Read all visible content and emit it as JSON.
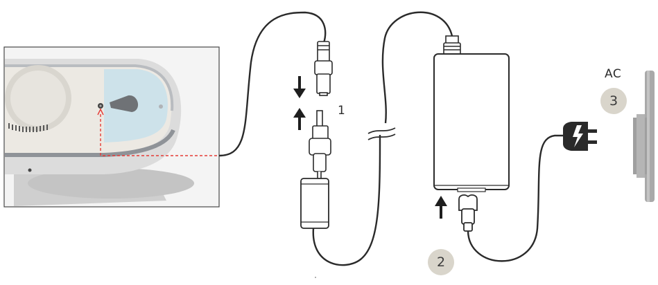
{
  "labels": {
    "step1": "1",
    "ac": "AC"
  },
  "badges": {
    "step2": "2",
    "step3": "3"
  },
  "colors": {
    "line": "#2a2a2a",
    "robot_body": "#e6e3dd",
    "robot_panel": "#cfe3ea",
    "robot_rim": "#8c9095",
    "pad": "#c9c9c9",
    "guide": "#e53935",
    "badge": "#d9d5cb",
    "wall": "#a7a7a7"
  },
  "icons": [
    "robot-device",
    "adapter-plug",
    "power-brick",
    "mains-plug",
    "wall-socket",
    "arrow-up-icon",
    "arrow-down-icon",
    "lightning-icon"
  ]
}
